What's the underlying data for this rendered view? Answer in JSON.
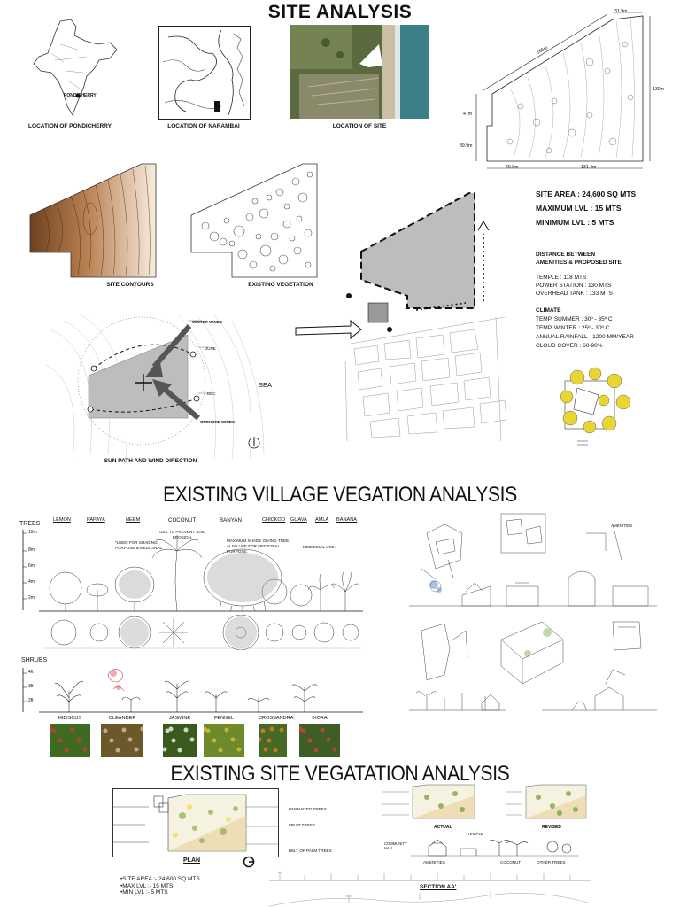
{
  "titles": {
    "site_analysis": "SITE ANALYSIS",
    "village_veg": "EXISTING VILLAGE VEGATION ANALYSIS",
    "site_veg": "EXISTING SITE VEGATATION ANALYSIS"
  },
  "location": {
    "pondicherry_label": "PONDICHERRY",
    "cap_pondicherry": "LOCATION OF PONDICHERRY",
    "cap_narambai": "LOCATION OF NARAMBAI",
    "cap_site": "LOCATION OF SITE"
  },
  "dims": {
    "top": "31.9m",
    "diag": "165m",
    "right": "130m",
    "left_upper": "47m",
    "left_lower": "39.9m",
    "bottom_left": "40.9m",
    "bottom_right": "131.4m"
  },
  "site_info": {
    "area": "SITE AREA : 24,600 SQ MTS",
    "max": "MAXIMUM LVL : 15 MTS",
    "min": "MINIMUM LVL : 5 MTS"
  },
  "distance": {
    "title_1": "DISTANCE BETWEEN",
    "title_2": "AMENITIES & PROPOSED SITE",
    "temple": "TEMPLE : 118 MTS",
    "power": "POWER STATION : 130 MTS",
    "tank": "OVERHEAD TANK : 133 MTS"
  },
  "climate": {
    "title": "CLIMATE",
    "summer": "TEMP. SUMMER : 30º - 35º C",
    "winter": "TEMP. WINTER  : 25º - 30º C",
    "rainfall": "ANNUAL RAINFALL - 1200 MM/YEAR",
    "cloud": "CLOUD COVER : 60-90%"
  },
  "plans": {
    "contours": "SITE CONTOURS",
    "vegetation": "EXISTING VEGETATION"
  },
  "sunpath": {
    "caption": "SUN PATH AND WIND DIRECTION",
    "sea": "SEA",
    "winter_winds": "WINTER WINDS",
    "june": "JUNE",
    "dec": "DEC",
    "onshore": "ONSHORE WINDS"
  },
  "village": {
    "trees_label": "TREES",
    "shrubs_label": "SHRUBS",
    "tree_names": [
      "LEMON",
      "PAPAYA",
      "NEEM",
      "COCONUT",
      "BANYAN",
      "CHICKOO",
      "GUAVA",
      "AMLA",
      "BANANA"
    ],
    "notes": {
      "neem": "*USED FOR SHADING PURPOSE & MEDICINAL.",
      "coconut": "USE TO PREVENT SOIL EROSION.",
      "banyan": "MAXIMUM SHADE GIVING TREE. ALSO USE FOR MEDICINAL PURPOSE.",
      "amla": "MEDICINAL USE."
    },
    "heights": [
      "10m",
      "8m",
      "6m",
      "4m",
      "2m"
    ],
    "shrub_heights": [
      "4ft",
      "3ft",
      "2ft"
    ],
    "shrubs": [
      "HIBISCUS",
      "OLEANDER",
      "JASMINE",
      "FENNEL",
      "CROSSANDRA",
      "IXORA"
    ],
    "amenities_label": "AMENITIES"
  },
  "site_veg": {
    "legend": [
      "UNWANTED TREES",
      "FRUIT TREES",
      "BELT OF PALM TREES"
    ],
    "plan": "PLAN",
    "actual": "ACTUAL",
    "revised": "REVISED",
    "temple": "TEMPLE",
    "community": "COMMUNITY HALL",
    "labels_row": [
      "AMENITIES",
      "COCONUT",
      "OTHER TREES"
    ],
    "section": "SECTION AA'",
    "notes": [
      "•SITE AREA :- 24,600 SQ MTS",
      "•MAX LVL :- 15 MTS",
      "•MIN LVL :- 5 MTS"
    ]
  },
  "colors": {
    "shade": "#bdbdbd",
    "contour_brown": "#a86b3c",
    "tree_yellow": "#e8d634",
    "photo_green": "#4f7a2a"
  }
}
